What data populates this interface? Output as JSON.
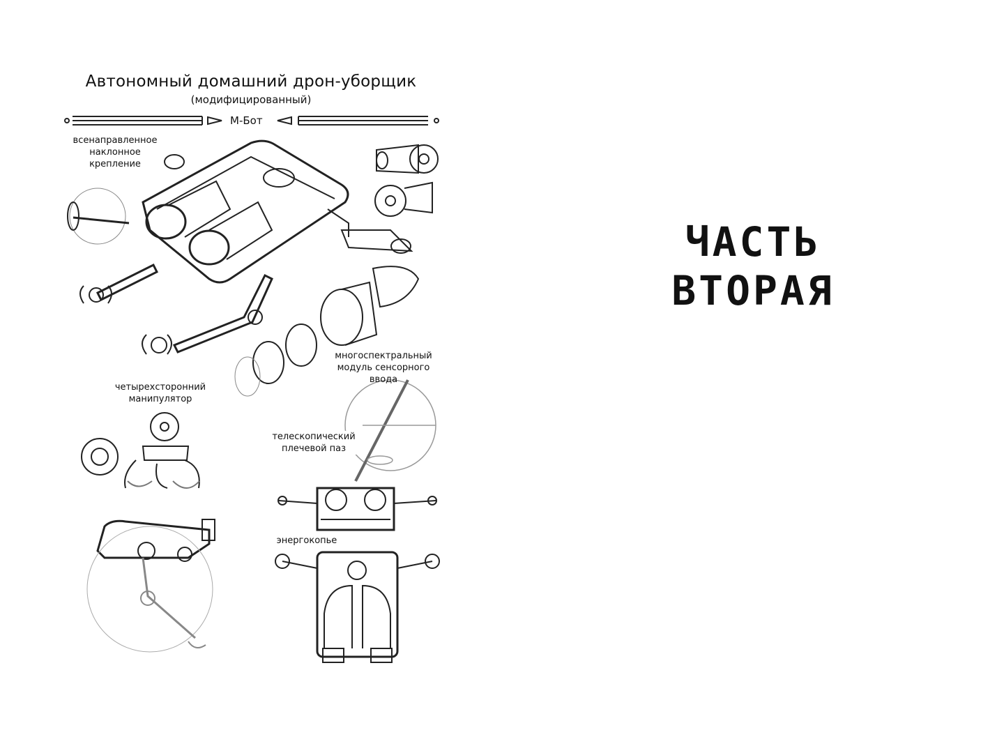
{
  "left_page": {
    "illustration": {
      "title": "Автономный домашний дрон-уборщик",
      "subtitle": "(модифицированный)",
      "model_name": "М-Бот",
      "labels": {
        "mount": [
          "всенаправленное",
          "наклонное",
          "крепление"
        ],
        "manipulator": [
          "четырехсторонний",
          "манипулятор"
        ],
        "sensor": [
          "многоспектральный",
          "модуль сенсорного",
          "ввода"
        ],
        "shoulder": [
          "телескопический",
          "плечевой паз"
        ],
        "energy": "энергокопье"
      }
    }
  },
  "right_page": {
    "heading_line1": "ЧАСТЬ",
    "heading_line2": "ВТОРАЯ"
  }
}
